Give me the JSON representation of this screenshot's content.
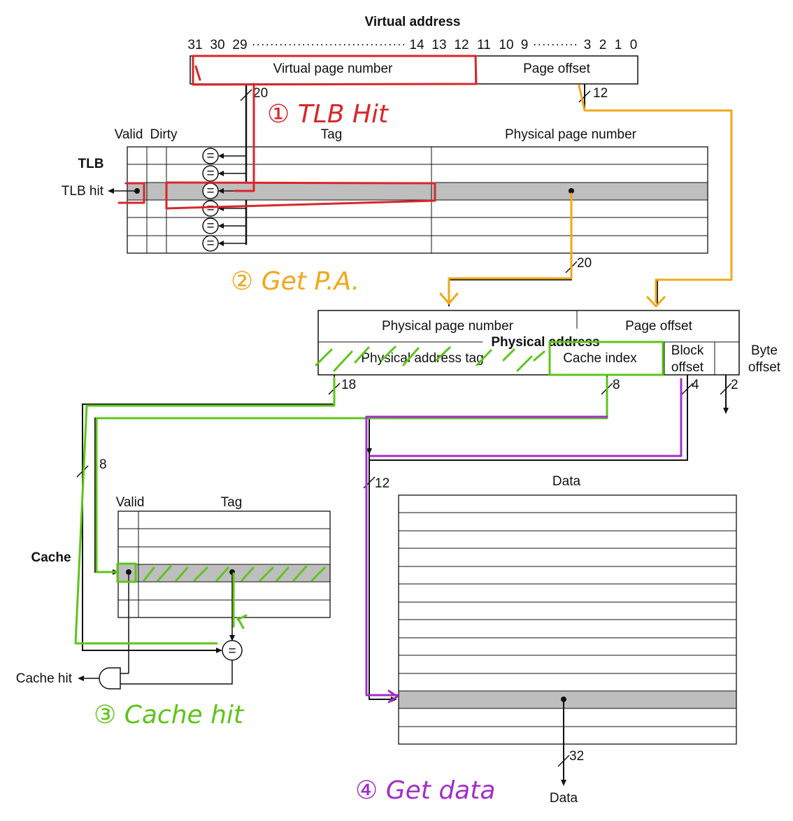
{
  "virtual_address": {
    "title": "Virtual address",
    "bit_labels": [
      "31",
      "30",
      "29",
      "14",
      "13",
      "12",
      "11",
      "10",
      "9",
      "3",
      "2",
      "1",
      "0"
    ],
    "fields": {
      "vpn": "Virtual page number",
      "offset": "Page offset"
    },
    "widths": {
      "vpn": "20",
      "offset": "12"
    }
  },
  "tlb": {
    "label": "TLB",
    "hit_label": "TLB hit",
    "col_valid": "Valid",
    "col_dirty": "Dirty",
    "col_tag": "Tag",
    "col_ppn": "Physical page number",
    "comparator": "=",
    "rows": 6,
    "selected_row": 3,
    "ppn_width": "20"
  },
  "physical_address": {
    "title": "Physical address",
    "top_fields": {
      "ppn": "Physical page number",
      "offset": "Page offset"
    },
    "bottom_fields": {
      "tag": "Physical address tag",
      "index": "Cache index",
      "block_offset_line1": "Block",
      "block_offset_line2": "offset",
      "byte_offset_line1": "Byte",
      "byte_offset_line2": "offset"
    },
    "widths": {
      "tag": "18",
      "index": "8",
      "block": "4",
      "byte": "2"
    }
  },
  "cache": {
    "label": "Cache",
    "hit_label": "Cache hit",
    "col_valid": "Valid",
    "col_tag": "Tag",
    "comparator": "=",
    "index_width": "8",
    "data_index_width": "12",
    "data_title": "Data",
    "data_rows": 14,
    "data_selected_row": 12,
    "data_width": "32",
    "data_out": "Data"
  },
  "annotations": {
    "step1": "① TLB Hit",
    "step2": "② Get P.A.",
    "step3": "③ Cache hit",
    "step4": "④ Get data"
  },
  "colors": {
    "step1": "#d9262b",
    "step2": "#f0a818",
    "step3": "#5ec41a",
    "step4": "#a030c8",
    "selected_row": "#bebebe"
  }
}
